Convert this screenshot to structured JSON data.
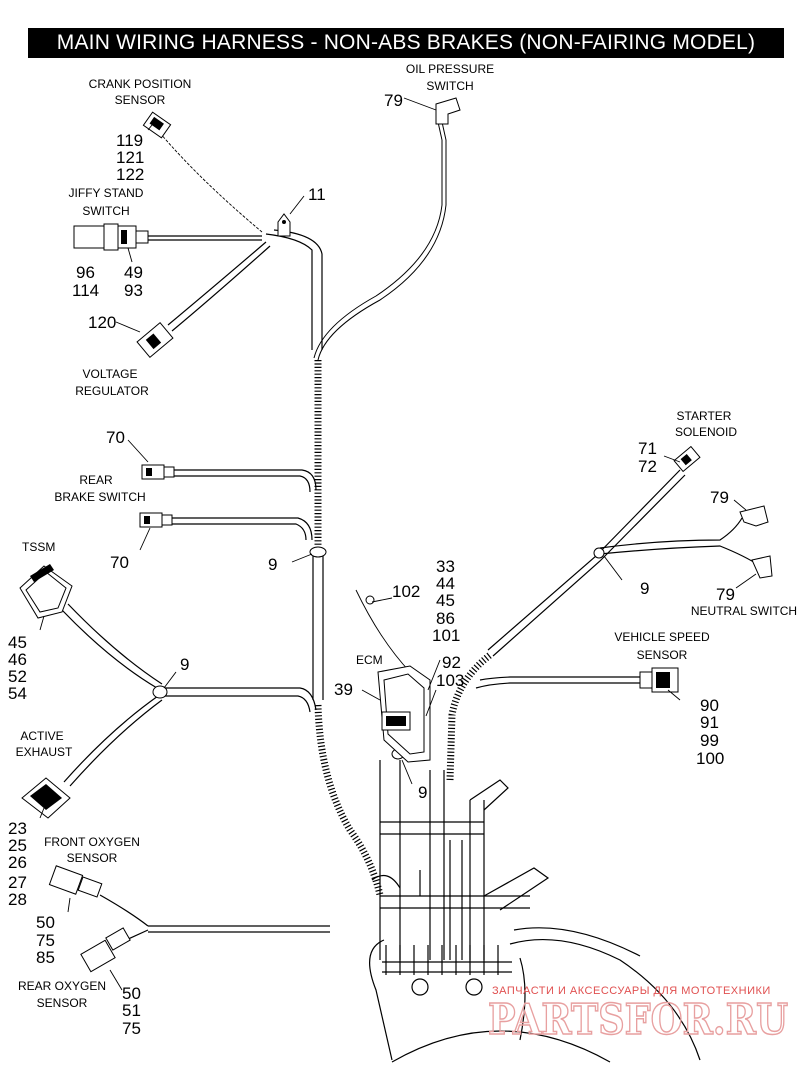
{
  "title": "MAIN WIRING HARNESS - NON-ABS BRAKES (NON-FAIRING MODEL)",
  "components": {
    "crank_position_sensor": {
      "label_1": "CRANK POSITION",
      "label_2": "SENSOR",
      "parts": [
        "119",
        "121",
        "122"
      ]
    },
    "oil_pressure_switch": {
      "label_1": "OIL PRESSURE",
      "label_2": "SWITCH",
      "part": "79"
    },
    "ground_clip": {
      "part": "11"
    },
    "jiffy_stand_switch": {
      "label_1": "JIFFY STAND",
      "label_2": "SWITCH",
      "parts_left": [
        "96",
        "114"
      ],
      "parts_right": [
        "49",
        "93"
      ]
    },
    "voltage_regulator": {
      "label_1": "VOLTAGE",
      "label_2": "REGULATOR",
      "part": "120"
    },
    "rear_brake_switch": {
      "label_1": "REAR",
      "label_2": "BRAKE SWITCH",
      "part_top": "70",
      "part_bottom": "70"
    },
    "cable_strap_center": {
      "part": "9"
    },
    "tssm": {
      "label": "TSSM",
      "parts": [
        "45",
        "46",
        "52",
        "54"
      ]
    },
    "cable_strap_left": {
      "part": "9"
    },
    "active_exhaust": {
      "label_1": "ACTIVE",
      "label_2": "EXHAUST",
      "parts": [
        "23",
        "25",
        "26",
        "27",
        "28"
      ]
    },
    "front_oxygen_sensor": {
      "label_1": "FRONT OXYGEN",
      "label_2": "SENSOR",
      "parts": [
        "50",
        "75",
        "85"
      ]
    },
    "rear_oxygen_sensor": {
      "label_1": "REAR OXYGEN",
      "label_2": "SENSOR",
      "parts": [
        "50",
        "51",
        "75"
      ]
    },
    "ecm": {
      "label": "ECM",
      "part_102": "102",
      "part_39": "39",
      "parts_right": [
        "33",
        "44",
        "45",
        "86",
        "101"
      ],
      "parts_lower": [
        "92",
        "103"
      ],
      "strap": "9"
    },
    "starter_solenoid": {
      "label_1": "STARTER",
      "label_2": "SOLENOID",
      "parts": [
        "71",
        "72"
      ]
    },
    "neutral_switch": {
      "label": "NEUTRAL SWITCH",
      "part_top": "79",
      "part_bottom": "79",
      "strap": "9"
    },
    "vehicle_speed_sensor": {
      "label_1": "VEHICLE SPEED",
      "label_2": "SENSOR",
      "parts": [
        "90",
        "91",
        "99",
        "100"
      ]
    }
  },
  "watermark": {
    "tagline": "ЗАПЧАСТИ И АКСЕССУАРЫ ДЛЯ МОТОТЕХНИКИ",
    "brand": "PARTSFOR.RU"
  }
}
